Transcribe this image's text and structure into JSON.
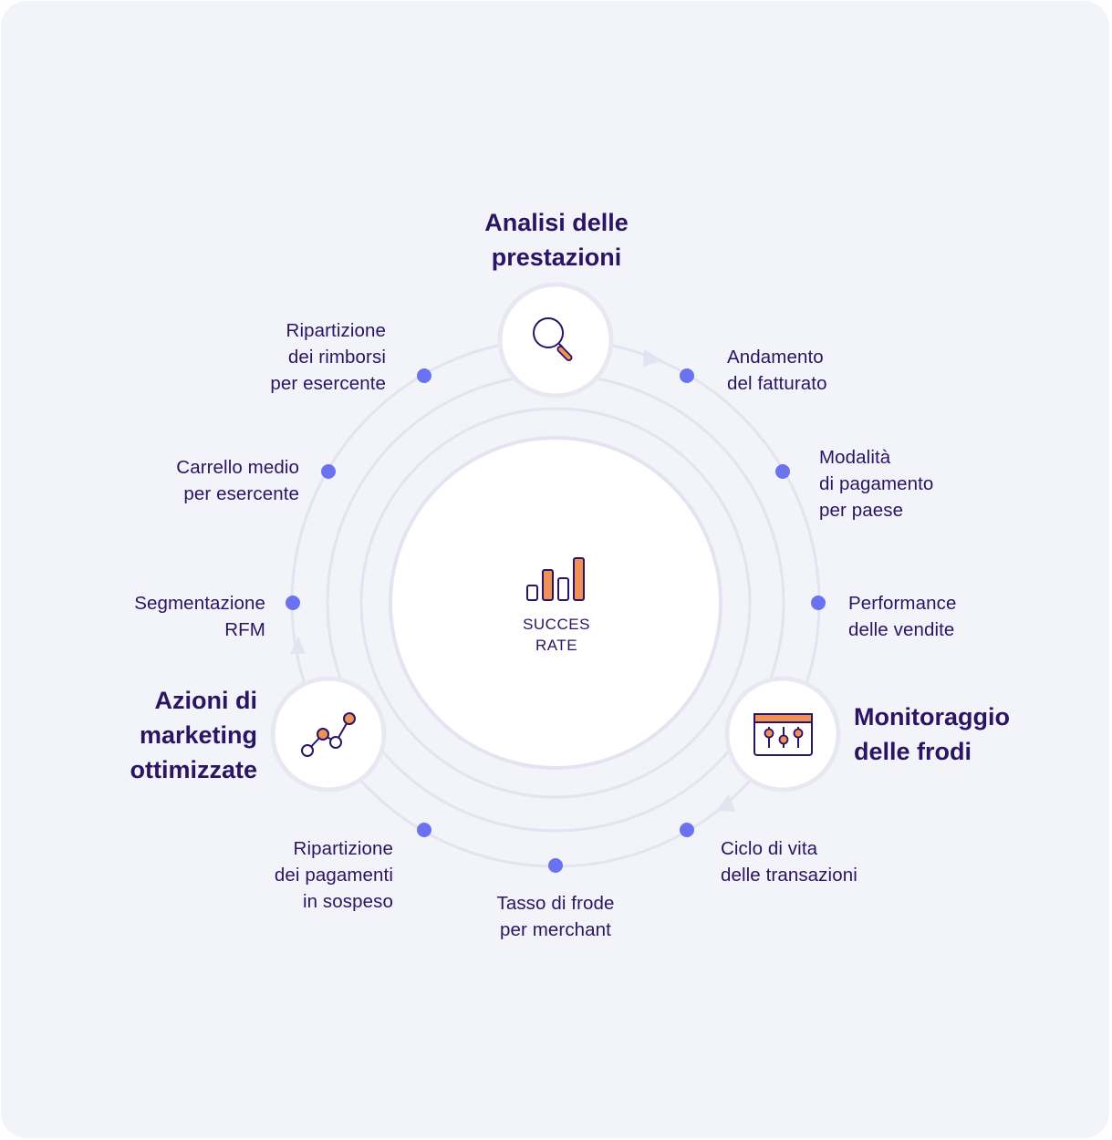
{
  "center": {
    "label": "SUCCES\nRATE",
    "icon": "bar-chart-icon"
  },
  "stages": {
    "top": {
      "title": "Analisi delle\nprestazioni",
      "icon": "magnifier-icon"
    },
    "right": {
      "title": "Monitoraggio\ndelle frodi",
      "icon": "sliders-window-icon"
    },
    "left": {
      "title": "Azioni di\nmarketing\nottimizzate",
      "icon": "line-chart-icon"
    }
  },
  "points": [
    {
      "label": "Andamento\ndel fatturato"
    },
    {
      "label": "Modalità\ndi pagamento\nper paese"
    },
    {
      "label": "Performance\ndelle vendite"
    },
    {
      "label": "Ciclo di vita\ndelle transazioni"
    },
    {
      "label": "Tasso di frode\nper merchant"
    },
    {
      "label": "Ripartizione\ndei pagamenti\nin sospeso"
    },
    {
      "label": "Segmentazione\nRFM"
    },
    {
      "label": "Carrello medio\nper esercente"
    },
    {
      "label": "Ripartizione\ndei rimborsi\nper esercente"
    }
  ],
  "colors": {
    "background": "#f3f4fa",
    "text": "#2b1463",
    "dot": "#6b72ef",
    "accent": "#f0915a",
    "ring": "#e3e3f1"
  }
}
